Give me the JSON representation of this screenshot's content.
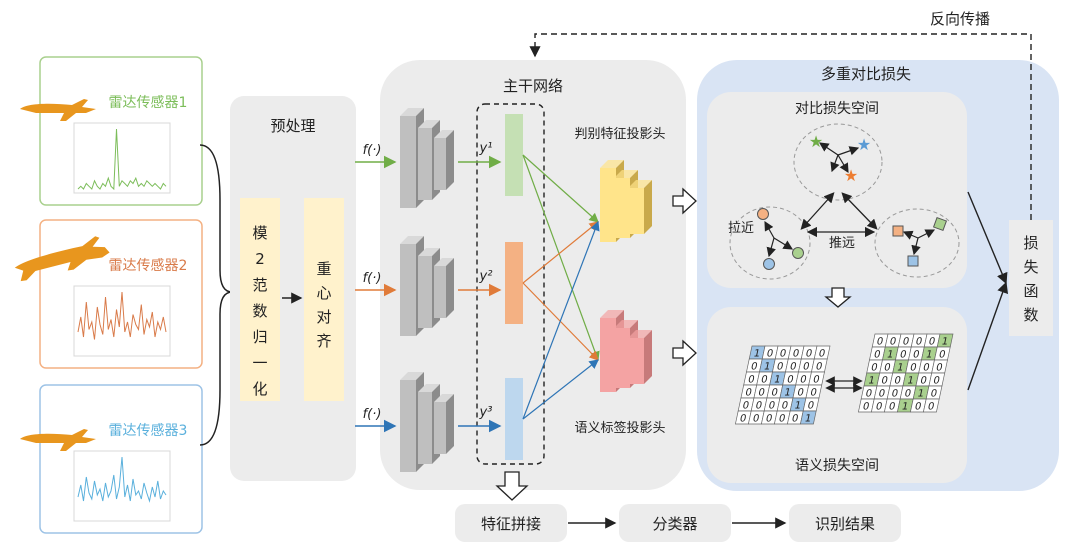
{
  "sensors": [
    {
      "label": "雷达传感器1",
      "color": "#7cbd5a",
      "border": "#a9d08e",
      "signal": [
        0,
        1,
        0,
        2,
        1,
        0,
        3,
        1,
        0,
        2,
        1,
        4,
        1,
        0,
        22,
        1,
        3,
        2,
        1,
        3,
        2,
        4,
        1,
        2,
        1,
        3,
        2,
        1,
        2,
        1,
        0,
        2,
        1
      ]
    },
    {
      "label": "雷达传感器2",
      "color": "#d97b4a",
      "border": "#f4b183",
      "signal": [
        8,
        14,
        6,
        20,
        9,
        12,
        5,
        18,
        11,
        7,
        22,
        9,
        13,
        6,
        17,
        10,
        24,
        8,
        12,
        6,
        15,
        11,
        9,
        19,
        7,
        13,
        10,
        16,
        6,
        12,
        9,
        14,
        8
      ]
    },
    {
      "label": "雷达传感器3",
      "color": "#5ab0dc",
      "border": "#9dc3e6",
      "signal": [
        10,
        16,
        8,
        20,
        12,
        9,
        18,
        11,
        14,
        8,
        17,
        10,
        13,
        21,
        9,
        15,
        30,
        10,
        16,
        8,
        19,
        11,
        13,
        9,
        17,
        12,
        8,
        15,
        10,
        18,
        9,
        13,
        11
      ]
    }
  ],
  "preprocess": {
    "title": "预处理",
    "norm": "模\n2\n范\n数\n归\n一\n化",
    "align": "重\n心\n对\n齐"
  },
  "backbone": {
    "title": "主干网络",
    "f_label": "f(·)",
    "y_labels": [
      "y¹",
      "y²",
      "y³"
    ],
    "disc_head": "判别特征投影头",
    "sem_head": "语义标签投影头"
  },
  "loss": {
    "title": "多重对比损失",
    "contrast_space": "对比损失空间",
    "pull": "拉近",
    "push": "推远",
    "semantic_space": "语义损失空间",
    "loss_fn": "损\n失\n函\n数"
  },
  "backprop": "反向传播",
  "bottom": {
    "concat": "特征拼接",
    "classifier": "分类器",
    "result": "识别结果"
  },
  "matrix_left": [
    [
      1,
      0,
      0,
      0,
      0,
      0
    ],
    [
      0,
      1,
      0,
      0,
      0,
      0
    ],
    [
      0,
      0,
      1,
      0,
      0,
      0
    ],
    [
      0,
      0,
      0,
      1,
      0,
      0
    ],
    [
      0,
      0,
      0,
      0,
      1,
      0
    ],
    [
      0,
      0,
      0,
      0,
      0,
      1
    ]
  ],
  "matrix_right": [
    [
      0,
      0,
      0,
      0,
      0,
      1
    ],
    [
      0,
      1,
      0,
      0,
      1,
      0
    ],
    [
      0,
      0,
      1,
      0,
      0,
      0
    ],
    [
      1,
      0,
      0,
      1,
      0,
      0
    ],
    [
      0,
      0,
      0,
      0,
      1,
      0
    ],
    [
      0,
      0,
      0,
      1,
      0,
      0
    ]
  ],
  "colors": {
    "green": "#70ad47",
    "orange": "#e07b39",
    "blue": "#2e75b6",
    "panel_gray": "#ececec",
    "loss_bg": "#d9e4f4",
    "disc_yellow": "#ffe48a",
    "sem_pink": "#f4a3a3",
    "plane": "#e8961e"
  }
}
